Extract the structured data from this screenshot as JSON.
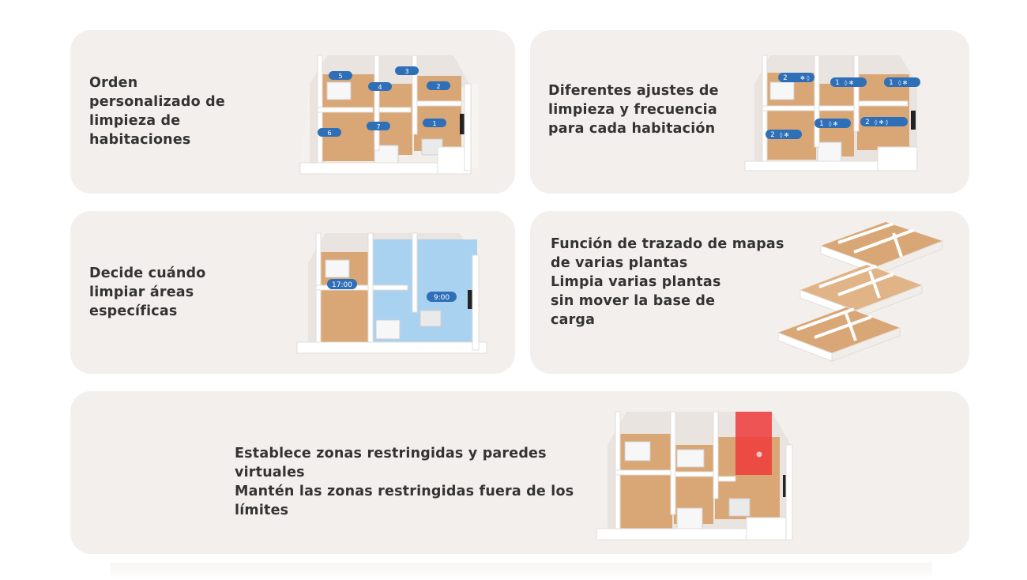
{
  "cards": [
    {
      "id": "custom-order",
      "lines": [
        "Orden",
        "personalizado de",
        "limpieza de",
        "habitaciones"
      ],
      "badges": [
        "5",
        "3",
        "4",
        "2",
        "1",
        "6",
        "7"
      ]
    },
    {
      "id": "room-settings",
      "lines": [
        "Diferentes ajustes de",
        "limpieza y frecuencia",
        "para cada habitación"
      ],
      "badges": [
        "2",
        "1",
        "1",
        "2",
        "1",
        "2"
      ]
    },
    {
      "id": "schedule-areas",
      "lines": [
        "Decide cuándo",
        "limpiar áreas",
        "específicas"
      ],
      "times": [
        "17:00",
        "9:00"
      ]
    },
    {
      "id": "multi-floor",
      "lines": [
        "Función de trazado de mapas",
        "de varias plantas",
        "Limpia varias plantas",
        "sin mover la base de",
        "carga"
      ]
    },
    {
      "id": "restricted-zones",
      "lines": [
        "Establece zonas restringidas y paredes",
        "virtuales",
        "Mantén las zonas restringidas fuera de los",
        "límites"
      ]
    }
  ],
  "colors": {
    "card_bg": "#f3efec",
    "badge_blue": "#2e6fb8",
    "schedule_blue": "#a9d2f0",
    "restricted_red": "#ee3b3b",
    "wood": "#d9a676",
    "wall": "#ffffff"
  },
  "icons": [
    "drop-icon",
    "fan-icon",
    "house-floorplan-icon",
    "multi-floor-icon",
    "restricted-zone-icon"
  ]
}
